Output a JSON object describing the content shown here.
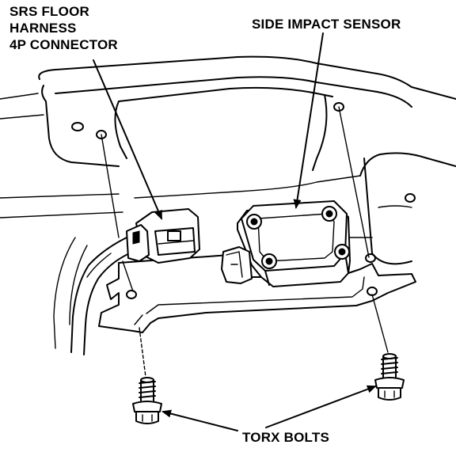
{
  "labels": {
    "harness_line1": "SRS FLOOR",
    "harness_line2": "HARNESS",
    "harness_line3": "4P CONNECTOR",
    "sensor": "SIDE IMPACT SENSOR",
    "bolts": "TORX BOLTS"
  }
}
